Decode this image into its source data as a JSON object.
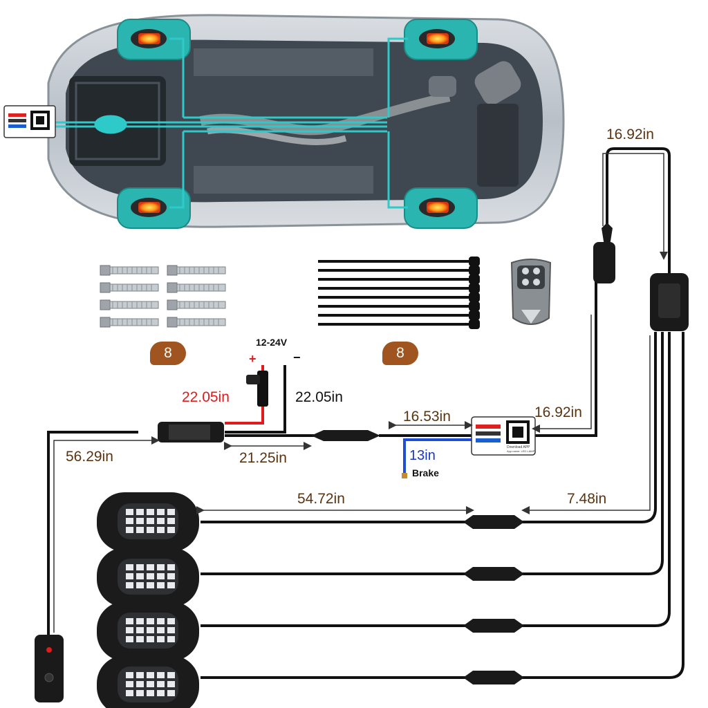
{
  "dimensions": {
    "top_right": "16.92in",
    "power_red": "22.05in",
    "power_black": "22.05in",
    "voltage": "12-24V",
    "plus": "+",
    "minus": "−",
    "switch_lead": "56.29in",
    "mid_cable": "21.25in",
    "controller_in": "16.53in",
    "controller_out": "16.92in",
    "brake_len": "13in",
    "brake_label": "Brake",
    "pod_cable": "54.72in",
    "splitter_branch": "7.48in"
  },
  "badges": {
    "bolts_count": "8",
    "ties_count": "8"
  },
  "controller": {
    "app_text": "Download APP",
    "app_subtext": "App name: LED LAMP"
  },
  "colors": {
    "teal": "#2ec9c9",
    "wire": "#111111",
    "red_wire": "#e01b1b",
    "blue_wire": "#1f4fd6",
    "dim_text": "#5a3310",
    "badge": "#a0541f"
  }
}
